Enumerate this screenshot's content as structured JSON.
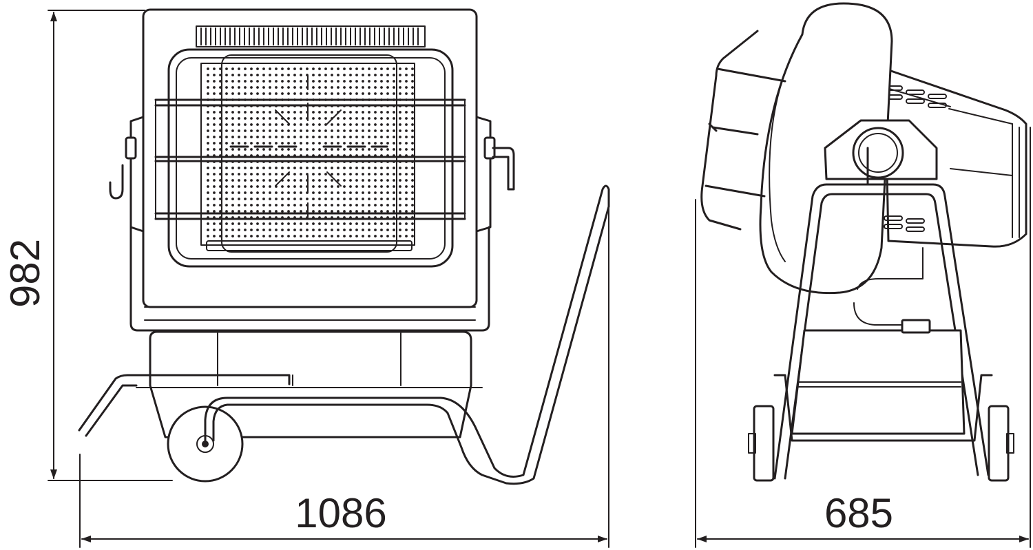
{
  "dimensions": {
    "height": "982",
    "front_width": "1086",
    "side_depth": "685"
  },
  "colors": {
    "line": "#231f20",
    "background": "#ffffff"
  }
}
